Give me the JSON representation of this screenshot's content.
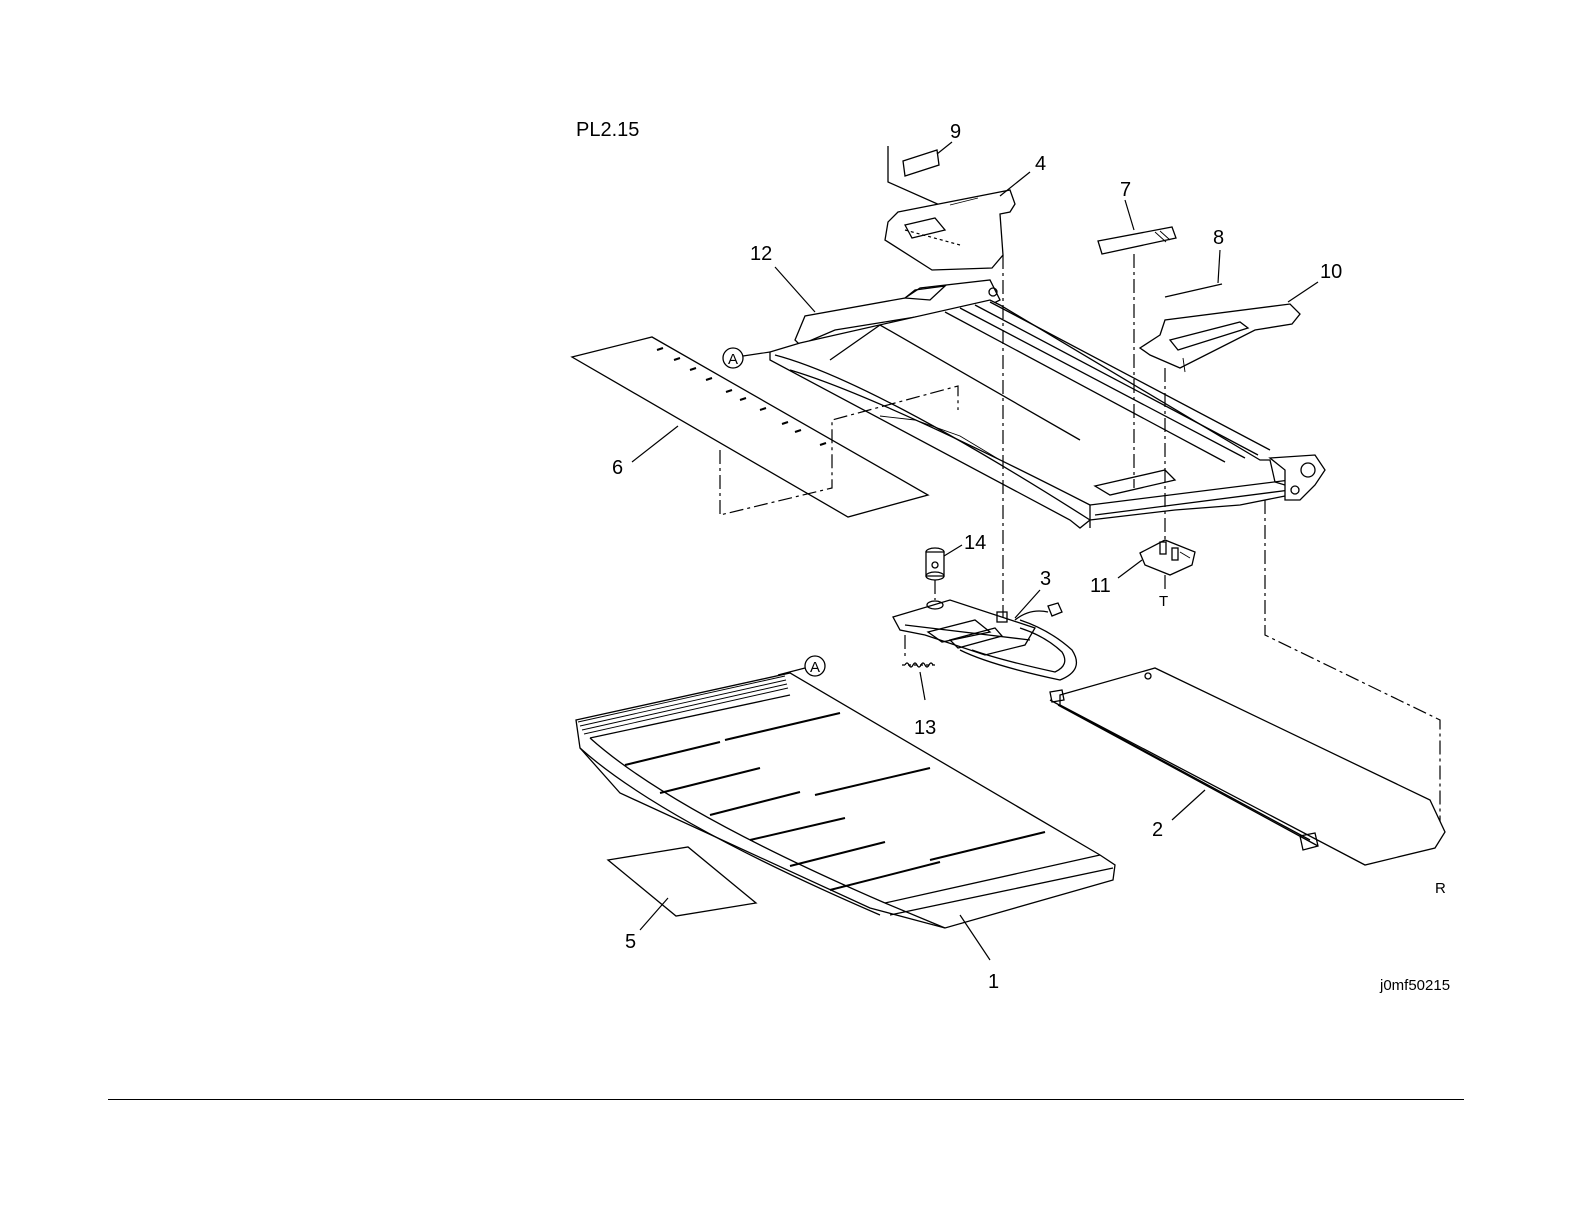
{
  "plate_label": "PL2.15",
  "figure_id": "j0mf50215",
  "callouts": {
    "p1": "1",
    "p2": "2",
    "p3": "3",
    "p4": "4",
    "p5": "5",
    "p6": "6",
    "p7": "7",
    "p8": "8",
    "p9": "9",
    "p10": "10",
    "p11": "11",
    "p12": "12",
    "p13": "13",
    "p14": "14"
  },
  "connection_markers": {
    "a_upper": "A",
    "a_lower": "A"
  },
  "reference_letters": {
    "t": "T",
    "r": "R"
  }
}
